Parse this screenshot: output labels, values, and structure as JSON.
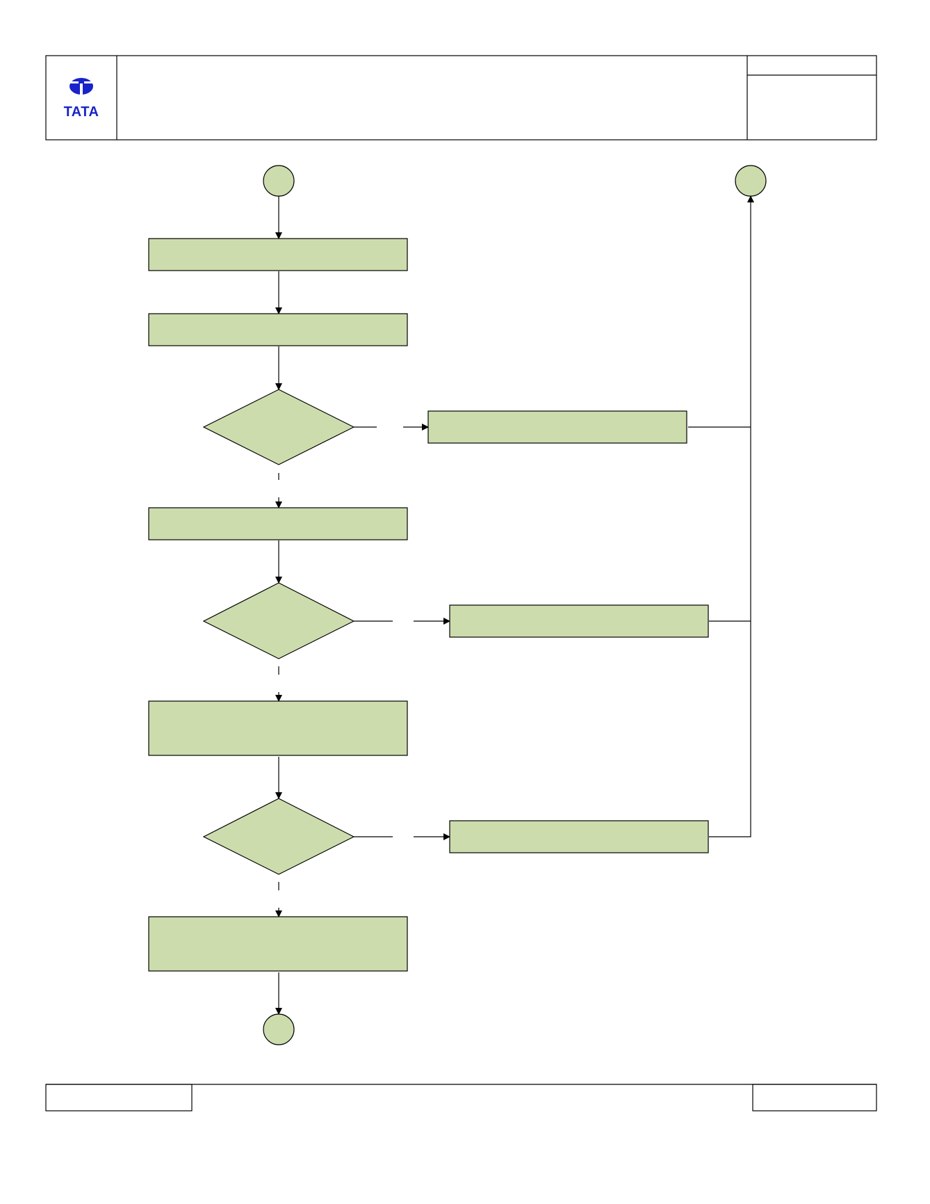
{
  "header": {
    "logo_text": "TATA",
    "brand_color": "#1a23c9"
  },
  "diagram": {
    "shape_fill": "#cddcad",
    "line_color": "#000000",
    "nodes": [
      {
        "id": "start-connector",
        "type": "circle",
        "label": ""
      },
      {
        "id": "process-1",
        "type": "process",
        "label": ""
      },
      {
        "id": "process-2",
        "type": "process",
        "label": ""
      },
      {
        "id": "decision-1",
        "type": "decision",
        "label": ""
      },
      {
        "id": "side-process-1",
        "type": "process",
        "label": ""
      },
      {
        "id": "process-3",
        "type": "process",
        "label": ""
      },
      {
        "id": "decision-2",
        "type": "decision",
        "label": ""
      },
      {
        "id": "side-process-2",
        "type": "process",
        "label": ""
      },
      {
        "id": "process-4",
        "type": "process",
        "label": ""
      },
      {
        "id": "decision-3",
        "type": "decision",
        "label": ""
      },
      {
        "id": "side-process-3",
        "type": "process",
        "label": ""
      },
      {
        "id": "process-5",
        "type": "process",
        "label": ""
      },
      {
        "id": "end-connector",
        "type": "circle",
        "label": ""
      },
      {
        "id": "exit-connector",
        "type": "circle",
        "label": ""
      }
    ]
  }
}
